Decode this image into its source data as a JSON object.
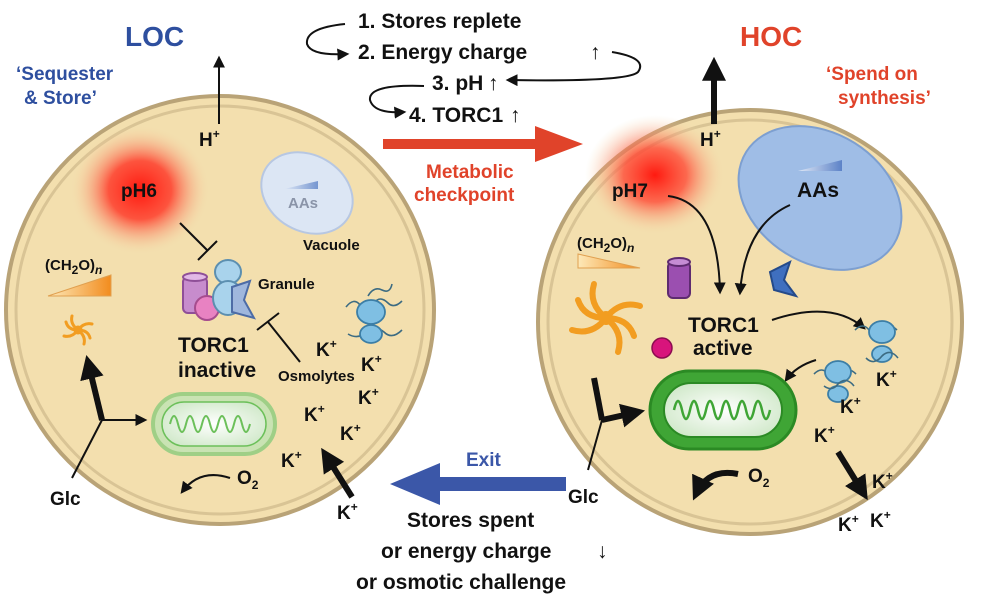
{
  "colors": {
    "loc_blue": "#2e4f9f",
    "hoc_red": "#e0432a",
    "cell_fill": "#f3dfae",
    "cell_border": "#c8b283",
    "exit_arrow": "#3b57a8",
    "checkpoint_arrow": "#e0432a",
    "mito_green": "#3fa535",
    "vacuole_blue": "#9fbde6"
  },
  "loc": {
    "title": "LOC",
    "subtitle_line1": "‘Sequester",
    "subtitle_line2": "& Store’",
    "proton": "H+",
    "ph": "pH6",
    "aas": "AAs",
    "vacuole": "Vacuole",
    "granule": "Granule",
    "carb": "(CH2O)n",
    "torc_line1": "TORC1",
    "torc_line2": "inactive",
    "osmolytes": "Osmolytes",
    "potassium": [
      "K+",
      "K+",
      "K+",
      "K+",
      "K+",
      "K+",
      "K+"
    ],
    "oxygen": "O2",
    "glucose": "Glc"
  },
  "hoc": {
    "title": "HOC",
    "subtitle_line1": "‘Spend on",
    "subtitle_line2": "synthesis’",
    "proton": "H+",
    "ph": "pH7",
    "aas": "AAs",
    "carb": "(CH2O)n",
    "torc_line1": "TORC1",
    "torc_line2": "active",
    "potassium": [
      "K+",
      "K+",
      "K+",
      "K+",
      "K+"
    ],
    "oxygen": "O2",
    "glucose": "Glc"
  },
  "steps": [
    "1. Stores replete",
    "2. Energy charge",
    "3. pH",
    "4. TORC1"
  ],
  "up_arrow": "↑",
  "down_arrow": "↓",
  "checkpoint_line1": "Metabolic",
  "checkpoint_line2": "checkpoint",
  "exit_label": "Exit",
  "exit_conditions": [
    "Stores spent",
    "or energy charge",
    "or osmotic challenge"
  ]
}
